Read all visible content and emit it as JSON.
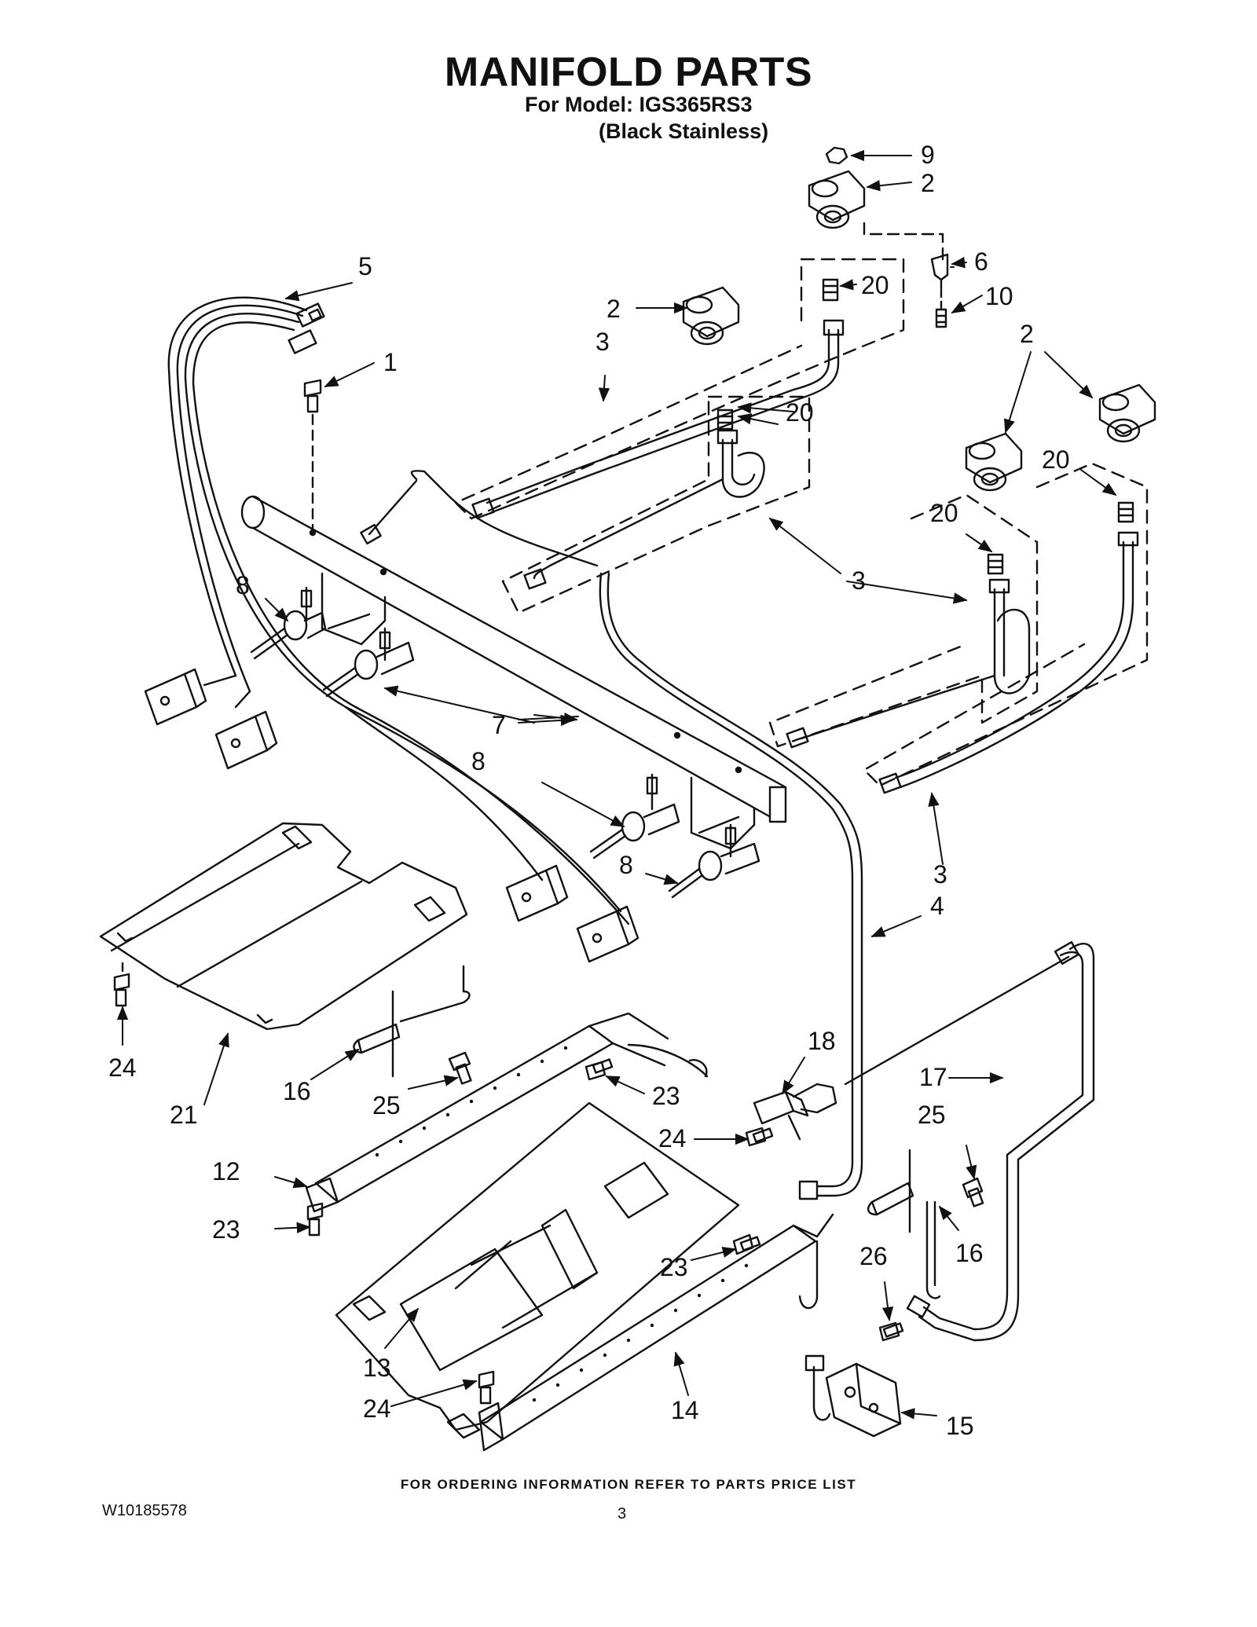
{
  "header": {
    "title": "MANIFOLD PARTS",
    "model_line": "For Model: IGS365RS3",
    "finish_line": "(Black Stainless)"
  },
  "footer": {
    "ordering_note": "FOR ORDERING INFORMATION REFER TO PARTS PRICE LIST",
    "document_number": "W10185578",
    "page_number": "3"
  },
  "callouts": {
    "c1": "1",
    "c2a": "2",
    "c2b": "2",
    "c2c": "2",
    "c3a": "3",
    "c3b": "3",
    "c3c": "3",
    "c4": "4",
    "c5": "5",
    "c6": "6",
    "c7": "7",
    "c8a": "8",
    "c8b": "8",
    "c8c": "8",
    "c9": "9",
    "c10": "10",
    "c12": "12",
    "c13": "13",
    "c14": "14",
    "c15": "15",
    "c16a": "16",
    "c16b": "16",
    "c17": "17",
    "c18": "18",
    "c20a": "20",
    "c20b": "20",
    "c20c": "20",
    "c20d": "20",
    "c21": "21",
    "c23a": "23",
    "c23b": "23",
    "c23c": "23",
    "c24a": "24",
    "c24b": "24",
    "c24c": "24",
    "c25a": "25",
    "c25b": "25",
    "c26": "26"
  }
}
